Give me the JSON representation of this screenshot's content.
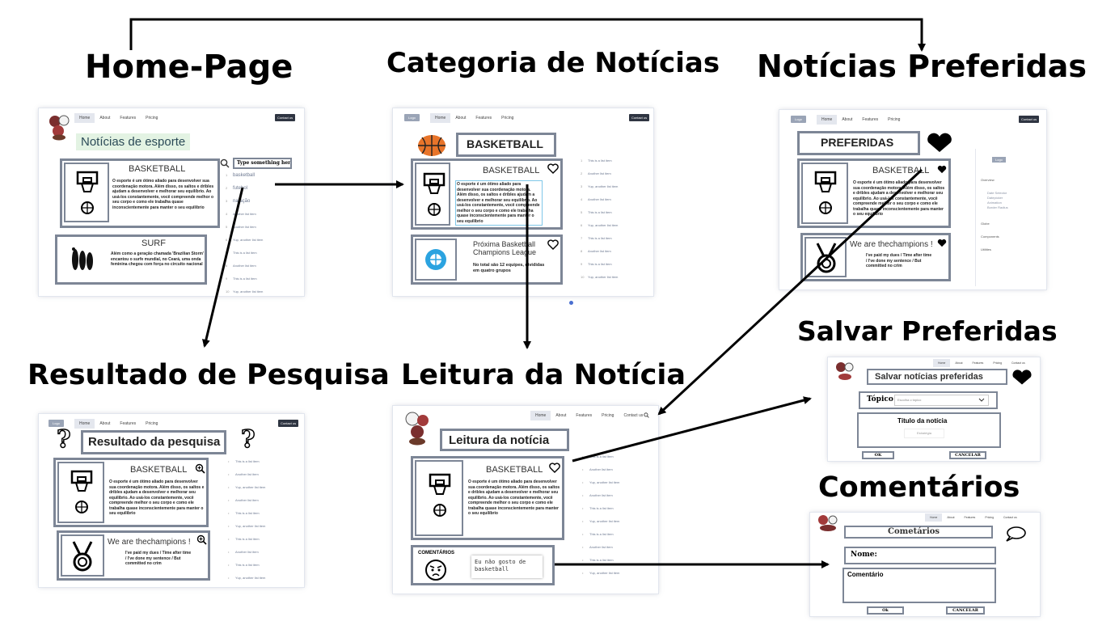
{
  "labels": {
    "home_page": "Home-Page",
    "categoria": "Categoria de Notícias",
    "preferidas": "Notícias Preferidas",
    "resultado": "Resultado de Pesquisa",
    "leitura": "Leitura da Notícia",
    "salvar": "Salvar Preferidas",
    "comentarios": "Comentários"
  },
  "nav": {
    "home": "Home",
    "about": "About",
    "features": "Features",
    "pricing": "Pricing",
    "contact": "Contact us",
    "logo": "Logo"
  },
  "home": {
    "title": "Notícias de esporte",
    "search_placeholder": "Type something here",
    "card1_title": "BASKETBALL",
    "card1_text": "O esporte é um ótimo aliado para desenvolver sua coordenação motora. Além disso, os saltos e dribles ajudam a desenvolver e melhorar seu equilíbrio. Ao usá-los constantemente, você compreende melhor o seu corpo e como ele trabalha quase inconscientemente para manter o seu equilíbrio",
    "card2_title": "SURF",
    "card2_text": "Além como a geração chamada 'Brazilian Storm' encantou o surfe mundial, no Ceará, uma onda feminina chegou com força no circuito nacional",
    "list": [
      "basketball",
      "futebol",
      "natação",
      "Another list item",
      "Another list item",
      "Yup, another list item",
      "This is a list item",
      "Another list item",
      "This is a list item",
      "Yup, another list item"
    ]
  },
  "categoria": {
    "title": "BASKETBALL",
    "card1_title": "BASKETBALL",
    "card1_text": "O esporte é um ótimo aliado para desenvolver sua coordenação motora. Além disso, os saltos e dribles ajudam a desenvolver e melhorar seu equilíbrio. Ao usá-los constantemente, você compreende melhor o seu corpo e como ele trabalha quase inconscientemente para manter o seu equilíbrio",
    "card2_title": "Próxima Basketball Champions League",
    "card2_text": "No total são 12 equipes, divididas em quatro grupos",
    "list": [
      "This is a list item",
      "Another list item",
      "Yup, another list item",
      "Another list item",
      "This is a list item",
      "Yup, another list item",
      "This is a list item",
      "Another list item",
      "This is a list item",
      "Yup, another list item"
    ],
    "list_nums": [
      "1",
      "2",
      "3",
      "4",
      "5",
      "6",
      "7",
      "8",
      "9",
      "10"
    ]
  },
  "preferidas": {
    "title": "PREFERIDAS",
    "card1_title": "BASKETBALL",
    "card1_text": "O esporte é um ótimo aliado para desenvolver sua coordenação motora. Além disso, os saltos e dribles ajudam a desenvolver e melhorar seu equilíbrio. Ao usá-los constantemente, você compreende melhor o seu corpo e como ele trabalha quase inconscientemente para manter o seu equilíbrio",
    "card2_title": "We are thechampions !",
    "card2_text": "I've paid my dues / Time after time / I've done my sentence / But committed no crim",
    "side": [
      "Overview",
      "Date Selector",
      "Datepicker",
      "Animation",
      "Border Radius",
      "Globe",
      "Components",
      "Utilities"
    ]
  },
  "resultado": {
    "title": "Resultado da pesquisa",
    "card1_title": "BASKETBALL",
    "card1_text": "O esporte é um ótimo aliado para desenvolver sua coordenação motora. Além disso, os saltos e dribles ajudam a desenvolver e melhorar seu equilíbrio. Ao usá-los constantemente, você compreende melhor o seu corpo e como ele trabalha quase inconscientemente para manter o seu equilíbrio",
    "card2_title": "We are thechampions !",
    "card2_text": "I've paid my dues / Time after time / I've done my sentence / But committed no crim",
    "list": [
      "This is a list item",
      "Another list item",
      "Yup, another list item",
      "Another list item",
      "This is a list item",
      "Yup, another list item",
      "This is a list item",
      "Another list item",
      "This is a list item",
      "Yup, another list item"
    ]
  },
  "leitura": {
    "title": "Leitura da notícia",
    "card_title": "BASKETBALL",
    "card_text": "O esporte é um ótimo aliado para desenvolver sua coordenação motora. Além disso, os saltos e dribles ajudam a desenvolver e melhorar seu equilíbrio. Ao usá-los constantemente, você compreende melhor o seu corpo e como ele trabalha quase inconscientemente para manter o seu equilíbrio",
    "comments_label": "COMENTÁRIOS",
    "comment": "Eu não gosto de basketball",
    "list": [
      "This is a list item",
      "Another list item",
      "Yup, another list item",
      "Another list item",
      "This is a list item",
      "Yup, another list item",
      "This is a list item",
      "Another list item",
      "This is a list item",
      "Yup, another list item"
    ]
  },
  "salvar": {
    "title": "Salvar notícias preferidas",
    "topic_label": "Tópico",
    "topic_select": "Escolha o tópico",
    "news_title_label": "Título da notícia",
    "news_title_placeholder": "Estratégia",
    "ok": "OK",
    "cancel": "CANCELAR"
  },
  "comentarios": {
    "title": "Cometários",
    "name_label": "Nome:",
    "comment_label": "Comentário",
    "ok": "Ok",
    "cancel": "CANCELAR"
  }
}
